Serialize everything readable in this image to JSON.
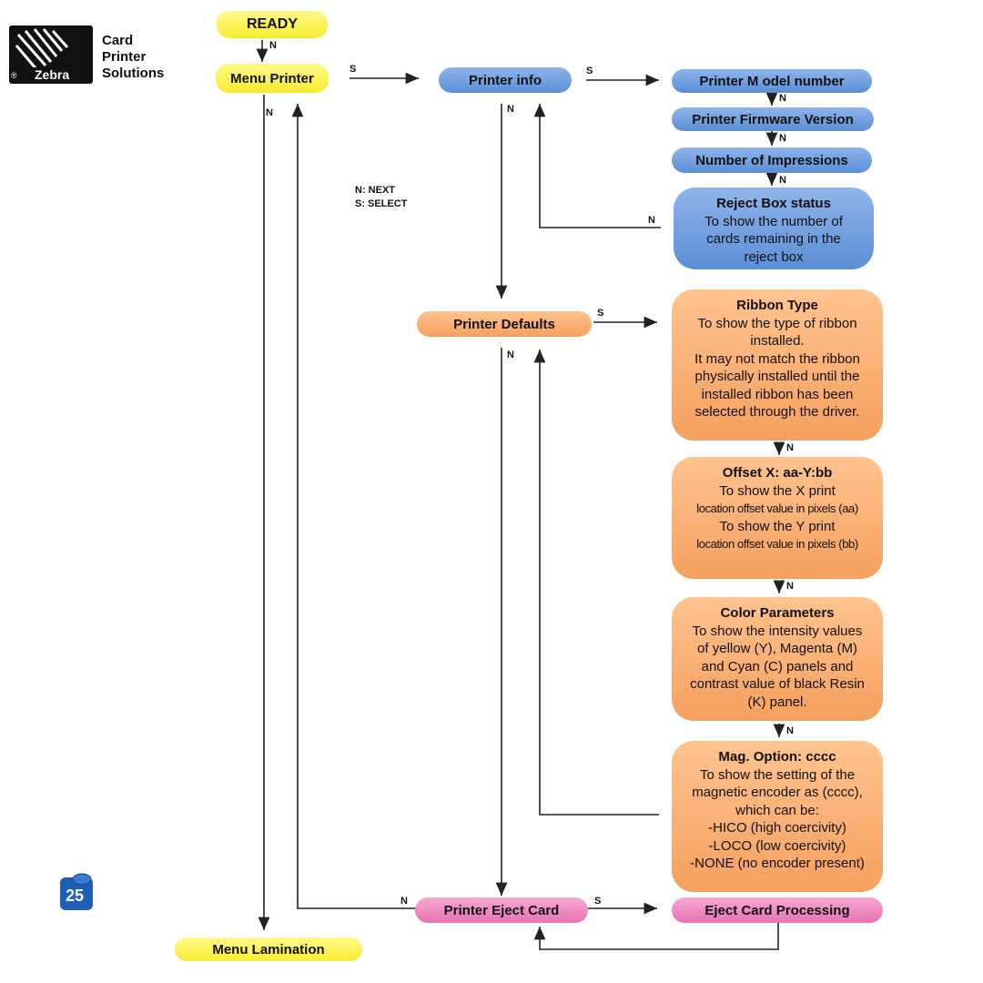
{
  "brand": {
    "logo_word": "Zebra",
    "registered_mark": "®",
    "lines": [
      "Card",
      "Printer",
      "Solutions"
    ]
  },
  "page_number": "25",
  "legend": {
    "next": "N: NEXT",
    "select": "S: SELECT"
  },
  "edge_labels": {
    "next": "N",
    "select": "S"
  },
  "nodes": {
    "ready": "READY",
    "menu_printer": "Menu Printer",
    "printer_info": "Printer info",
    "model_number": "Printer M odel number",
    "firmware": "Printer Firmware Version",
    "impressions": "Number of Impressions",
    "reject_box": {
      "title": "Reject Box status",
      "desc": "To show the number of\ncards remaining in the\nreject box"
    },
    "printer_defaults": "Printer Defaults",
    "ribbon_type": {
      "title": "Ribbon Type",
      "desc": "To show the type of ribbon\ninstalled.\nIt may not match the ribbon\nphysically installed until the\ninstalled ribbon has been\nselected through the driver."
    },
    "offset": {
      "title": "Offset X: aa-Y:bb",
      "desc1": "To show the X print",
      "desc2": "location offset value in pixels (aa)",
      "desc3": "To show the Y print",
      "desc4": "location offset value in pixels (bb)"
    },
    "color_params": {
      "title": "Color Parameters",
      "desc": "To show the intensity values\nof yellow (Y), Magenta (M)\nand Cyan (C) panels and\ncontrast value of black Resin\n(K) panel."
    },
    "mag_option": {
      "title": "Mag. Option: cccc",
      "desc": "To show the setting of the\nmagnetic encoder as (cccc),\nwhich can be:\n-HICO (high coercivity)\n-LOCO (low coercivity)\n-NONE (no encoder present)"
    },
    "eject_card": "Printer Eject Card",
    "eject_processing": "Eject Card Processing",
    "menu_lamination": "Menu Lamination"
  },
  "colors": {
    "yellow": "#f7ec2f",
    "blue": "#5b8fd6",
    "orange": "#f5a05e",
    "pink": "#e872b3"
  }
}
